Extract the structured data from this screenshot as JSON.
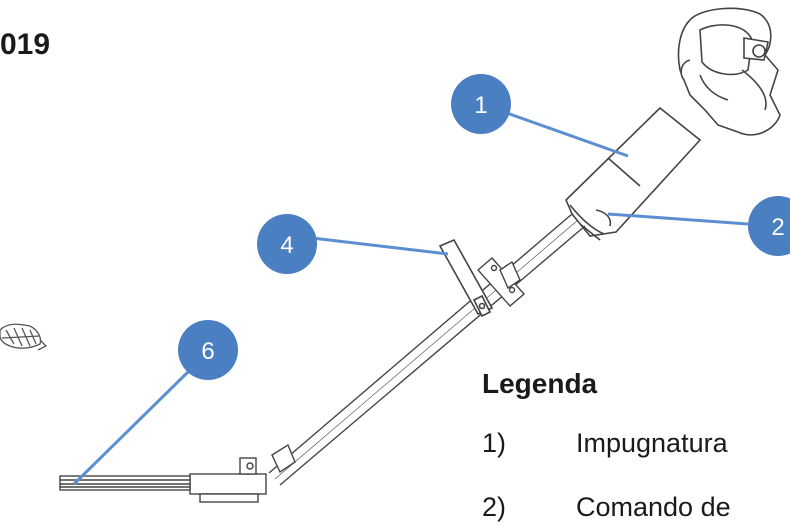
{
  "heading_fragment": "019",
  "legend": {
    "title": "Legenda",
    "items": [
      {
        "num": "1)",
        "text": "Impugnatura"
      },
      {
        "num": "2)",
        "text": "Comando de"
      }
    ]
  },
  "callouts": [
    {
      "label": "1"
    },
    {
      "label": "2"
    },
    {
      "label": "4"
    },
    {
      "label": "6"
    }
  ],
  "colors": {
    "callout_fill": "#4a7fc1",
    "leader_line": "#5b8fd1",
    "drawing_stroke": "#444444",
    "text": "#1a1a1a"
  }
}
